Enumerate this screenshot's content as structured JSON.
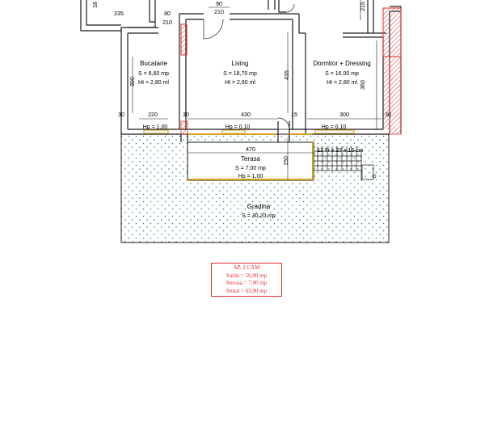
{
  "rooms": {
    "bucatarie": {
      "name": "Bucatarie",
      "area": "S = 8,60 mp",
      "height": "Ht = 2,80 ml"
    },
    "living": {
      "name": "Living",
      "area": "S = 18,70 mp",
      "height": "Ht = 2,80 ml"
    },
    "dormitor": {
      "name": "Dormitor + Dressing",
      "area": "S = 16,00 mp",
      "height": "Ht = 2,80 ml"
    },
    "terasa": {
      "name": "Terasa",
      "area": "S = 7,00 mp",
      "height": "Hp = 1,00"
    },
    "gradina": {
      "name": "Gradina",
      "area": "S = 30,20 mp"
    }
  },
  "dimensions": {
    "top_235": "235",
    "top_80": "80",
    "top_210a": "210",
    "top_90": "90",
    "top_210b": "210",
    "right_215": "215",
    "left_18": "18",
    "kitchen_390": "390",
    "living_435": "435",
    "bedroom_360": "360",
    "bottom_30a": "30",
    "bottom_220": "220",
    "bottom_30b": "30",
    "bottom_430": "430",
    "bottom_15": "15",
    "bottom_300": "300",
    "bottom_30c": "30",
    "terrace_470": "470",
    "terrace_150": "150",
    "stairs": "11 Tr x 27 x 15 cm"
  },
  "windows": {
    "kitchen_hp": "Hp = 1,00",
    "living_hp": "Hp = 0,10",
    "bedroom_hp": "Hp = 0,10"
  },
  "summary": {
    "title": "AP. 2 CAM",
    "sutila": "Sutila = 56,90 mp",
    "sterasa": "Sterasa = 7,00 mp",
    "stotal": "Stotal = 63,90 mp"
  },
  "colors": {
    "wall": "#1a1a1a",
    "hatch": "#e03030",
    "window": "#d4a020",
    "garden_dot": "#2e8b57",
    "summary": "#e03030"
  }
}
